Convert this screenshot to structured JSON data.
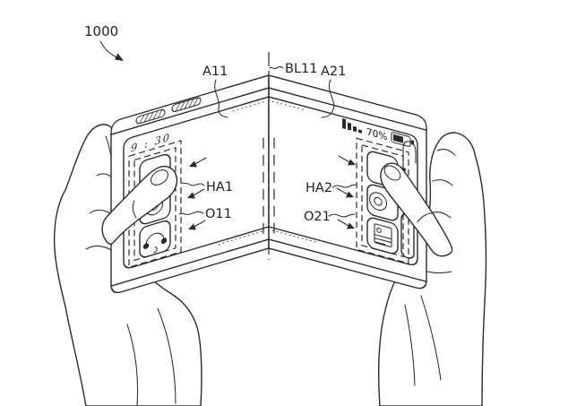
{
  "figure": {
    "device_label": "1000",
    "left_display_area_label": "A11",
    "bending_line_label": "BL11",
    "right_display_area_label": "A21",
    "left_handling_area_label": "HA1",
    "left_objects_label": "O11",
    "right_handling_area_label": "HA2",
    "right_objects_label": "O21"
  },
  "left_screen": {
    "clock": "9 : 30"
  },
  "right_screen": {
    "battery_percent": "70%"
  },
  "icons": {
    "left_column": [
      "app-tile-blank",
      "camera-lens-icon",
      "headphones-icon"
    ],
    "right_column": [
      "app-tile-blank",
      "camera-lens-icon",
      "gallery-icon"
    ],
    "status_bar": [
      "signal-bars-icon",
      "battery-icon"
    ],
    "screen_widgets": [
      "scroll-down-arrow-icon",
      "slider-track-icon"
    ],
    "hardware": [
      "volume-buttons-icon"
    ]
  },
  "colors": {
    "ink": "#2a2a2a",
    "paper": "#ffffff"
  }
}
